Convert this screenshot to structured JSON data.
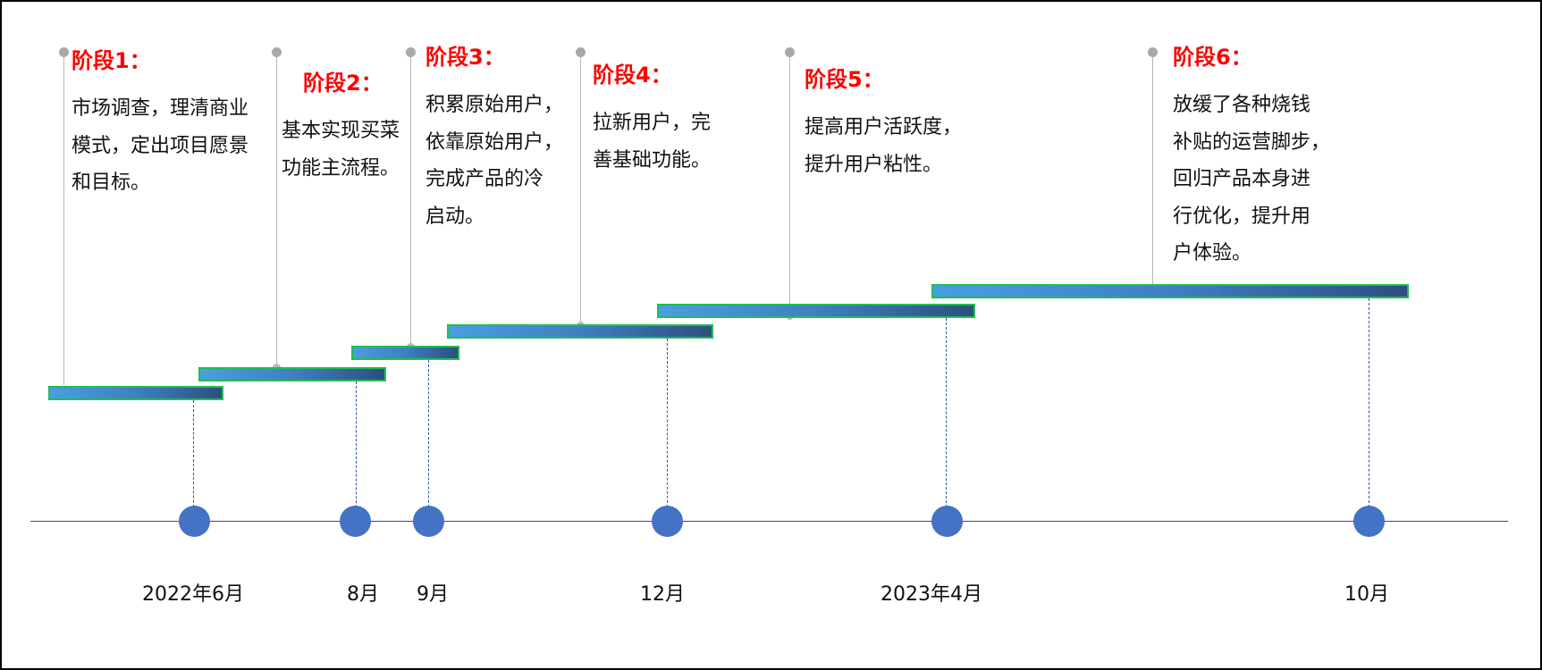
{
  "stages": [
    {
      "title": "阶段1：",
      "lines": [
        "市场调查，理清商业",
        "模式，定出项目愿景",
        "和目标。"
      ]
    },
    {
      "title": "阶段2：",
      "lines": [
        "基本实现买菜",
        "功能主流程。"
      ]
    },
    {
      "title": "阶段3：",
      "lines": [
        "积累原始用户，",
        "依靠原始用户，",
        "完成产品的冷",
        "启动。"
      ]
    },
    {
      "title": "阶段4：",
      "lines": [
        "拉新用户，完",
        "善基础功能。"
      ]
    },
    {
      "title": "阶段5：",
      "lines": [
        "提高用户活跃度，",
        "提升用户粘性。"
      ]
    },
    {
      "title": "阶段6：",
      "lines": [
        "放缓了各种烧钱",
        "补贴的运营脚步，",
        "回归产品本身进",
        "行优化，提升用",
        "户体验。"
      ]
    }
  ],
  "milestones": [
    {
      "label": "2022年6月"
    },
    {
      "label": "8月"
    },
    {
      "label": "9月"
    },
    {
      "label": "12月"
    },
    {
      "label": "2023年4月"
    },
    {
      "label": "10月"
    }
  ],
  "colors": {
    "stage_title": "#ff0000",
    "bar_fill_start": "#4a9ee0",
    "bar_fill_end": "#2d4f7f",
    "bar_border": "#1fbf4f",
    "milestone_dot": "#4472c4",
    "axis": "#3a4f66",
    "stem": "#b7b7b7"
  }
}
